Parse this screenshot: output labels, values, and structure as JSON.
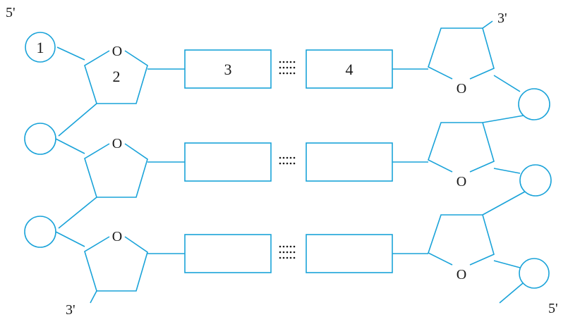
{
  "labels": {
    "top_left_5": "5'",
    "top_right_3": "3'",
    "bottom_left_3": "3'",
    "bottom_right_5": "5'",
    "phosphate_num": "1",
    "sugar_num": "2",
    "base_left_num": "3",
    "base_right_num": "4",
    "oxygen": "O"
  },
  "colors": {
    "line": "#1aa3d9",
    "text": "#1a1a1a"
  }
}
